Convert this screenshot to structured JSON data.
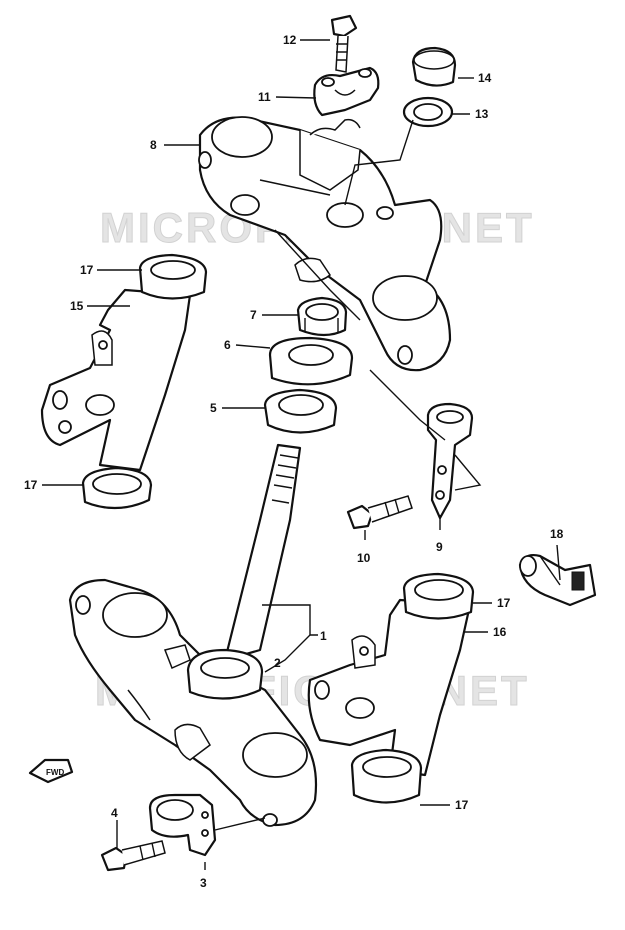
{
  "watermarks": [
    "MICROFICHES.NET",
    "MICROFICHES.NET"
  ],
  "callouts": [
    {
      "id": "c1",
      "text": "1"
    },
    {
      "id": "c2",
      "text": "2"
    },
    {
      "id": "c3",
      "text": "3"
    },
    {
      "id": "c4",
      "text": "4"
    },
    {
      "id": "c5",
      "text": "5"
    },
    {
      "id": "c6",
      "text": "6"
    },
    {
      "id": "c7",
      "text": "7"
    },
    {
      "id": "c8",
      "text": "8"
    },
    {
      "id": "c9",
      "text": "9"
    },
    {
      "id": "c10",
      "text": "10"
    },
    {
      "id": "c11",
      "text": "11"
    },
    {
      "id": "c12",
      "text": "12"
    },
    {
      "id": "c13",
      "text": "13"
    },
    {
      "id": "c14",
      "text": "14"
    },
    {
      "id": "c15",
      "text": "15"
    },
    {
      "id": "c16",
      "text": "16"
    },
    {
      "id": "c17a",
      "text": "17"
    },
    {
      "id": "c17b",
      "text": "17"
    },
    {
      "id": "c17c",
      "text": "17"
    },
    {
      "id": "c17d",
      "text": "17"
    },
    {
      "id": "c18",
      "text": "18"
    }
  ],
  "fwd_label": "FWD",
  "colors": {
    "ink": "#111111",
    "watermark": "#e4e4e4",
    "background": "#ffffff"
  }
}
